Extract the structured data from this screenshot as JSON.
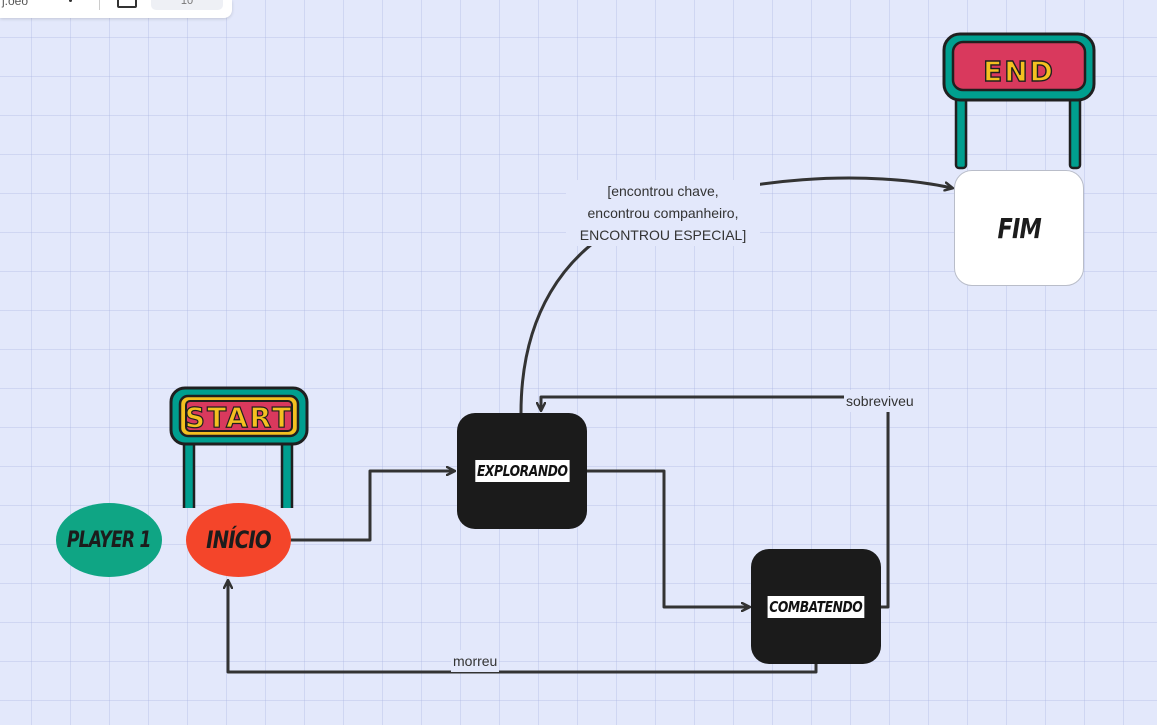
{
  "toolbar": {
    "partial_text": "j.oeo",
    "zoom_value": "10"
  },
  "signs": {
    "start": "START",
    "end": "END"
  },
  "nodes": {
    "player": "PLAYER 1",
    "inicio": "INÍCIO",
    "explorando": "EXPLORANDO",
    "combatendo": "COMBATENDO",
    "fim": "FIM"
  },
  "edges": {
    "chave_line1": "[encontrou chave,",
    "chave_line2": "encontrou companheiro,",
    "chave_line3": "ENCONTROU ESPECIAL]",
    "sobreviveu": "sobreviveu",
    "morreu": "morreu"
  },
  "colors": {
    "canvas": "#e3e8fb",
    "player": "#0fa584",
    "inicio": "#f4452a",
    "state": "#1b1b1b",
    "sign_board": "#d9395d",
    "sign_frame": "#009f8f",
    "sign_letters": "#f4c020"
  }
}
